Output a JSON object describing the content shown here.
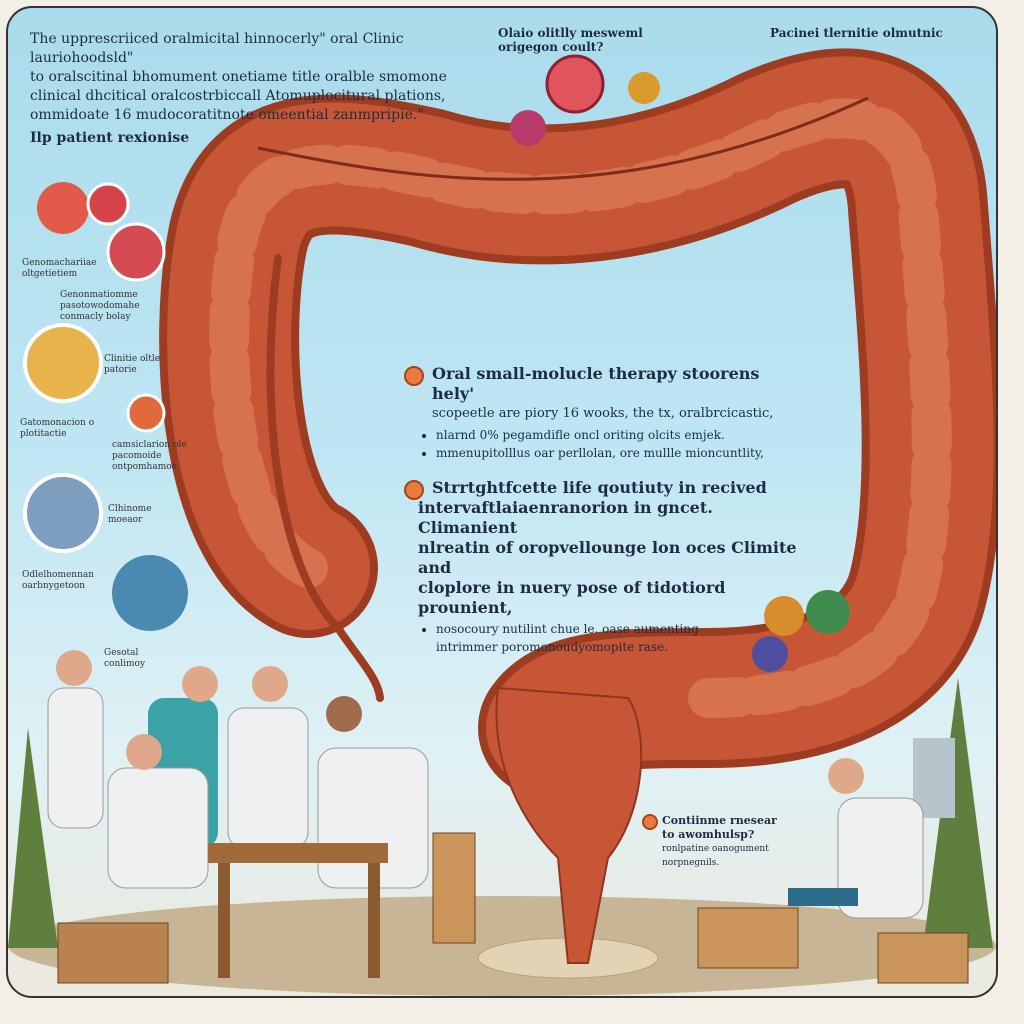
{
  "intro": {
    "lines": [
      "The upprescriiced oralmicital hinnocerly\" oral Clinic lauriohoodsld\"",
      "to oralscitinal bhomument onetiame title oralble smomone",
      "clinical dhcitical oralcostrbiccall Atomuplocitural plations,",
      "ommidoate 16 mudocoratitnote omeential zanmpripie.\""
    ]
  },
  "patient_response": {
    "title": "Ilp patient rexionise"
  },
  "top_center_label": "Olaio olitlly mesweml origegon coult?",
  "top_right_label": "Pacinei tlernitie olmutnic",
  "side_labels": [
    "Genomachariiae oltgetietiem",
    "Genonmatiomme pasotowodomahe conmacly bolay",
    "Clinitie oltle patorie",
    "Gatomonacion o plotitactie",
    "camsiclarion ole pacomoide ontpomhamoe",
    "Clhinome moeaor",
    "Odlelhomennan oarbnygetoon",
    "Gesotal conlimoy"
  ],
  "block1": {
    "head": "Oral small-molucle therapy stoorens hely'",
    "line2": "scopeetle are piory 16 wooks, the tx, oralbrcicastic,",
    "bullets": [
      "nlarnd 0% pegamdifle oncl oriting olcits emjek.",
      "mmenupitolllus oar perllolan, ore mullle mioncuntlity,"
    ]
  },
  "block2": {
    "head_lines": [
      "Strrtghtfcette life qoutiuty in recived",
      "intervaftlaiaenranorion in gncet. Climanient",
      "nlreatin of oropvellounge lon oces Climite and",
      "cloplore in nuery pose of tidotiord prounient,"
    ],
    "bullets": [
      "nosocoury nutilint chue le. oase aumenting",
      "intrimmer poromonoudyomopite rase."
    ]
  },
  "bottom_right": {
    "head_lines": [
      "Contiinme rnesear",
      "to awomhulsp?"
    ],
    "sub_lines": [
      "ronlpatine oanogument",
      "norpnegnils."
    ]
  },
  "colors": {
    "colon": "#c75636",
    "colon_light": "#e48a63",
    "sky": "#b4e0ee",
    "ground": "#c9b89b"
  }
}
